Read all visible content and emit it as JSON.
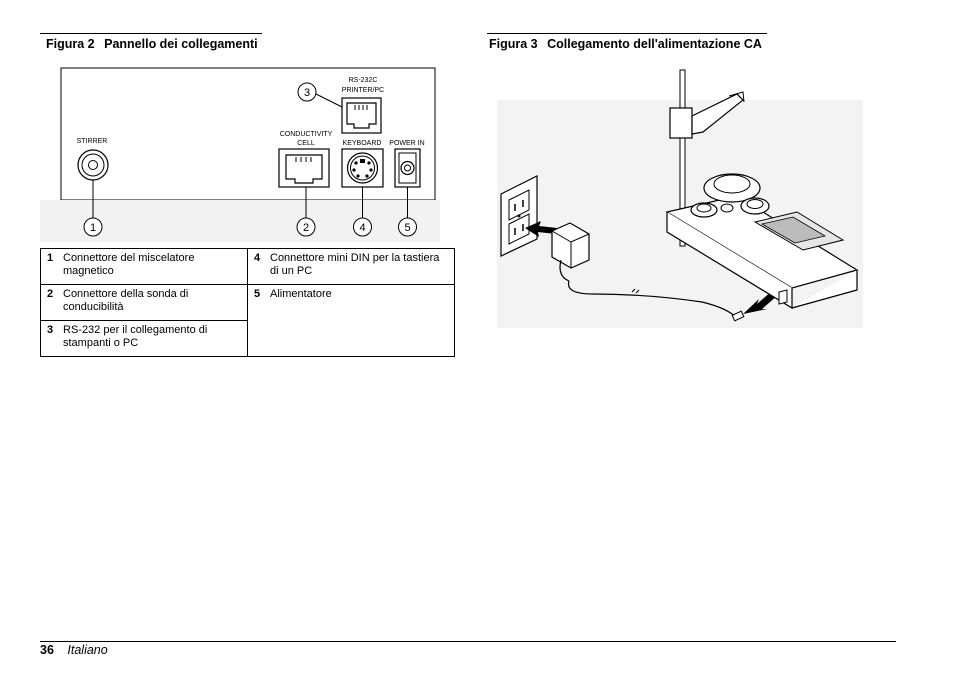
{
  "figure2": {
    "number": "Figura 2",
    "title": "Pannello dei collegamenti",
    "panel_labels": {
      "stirrer": "STIRRER",
      "conductivity_1": "CONDUCTIVITY",
      "conductivity_2": "CELL",
      "rs232_1": "RS-232C",
      "rs232_2": "PRINTER/PC",
      "keyboard": "KEYBOARD",
      "power_in": "POWER IN"
    },
    "callouts": [
      "1",
      "2",
      "3",
      "4",
      "5"
    ],
    "legend": [
      [
        {
          "num": "1",
          "text": "Connettore del miscelatore magnetico"
        },
        {
          "num": "4",
          "text": "Connettore mini DIN per la tastiera di un PC"
        }
      ],
      [
        {
          "num": "2",
          "text": "Connettore della sonda di conducibilità"
        },
        {
          "num": "5",
          "text": "Alimentatore"
        }
      ],
      [
        {
          "num": "3",
          "text": "RS-232 per il collegamento di stampanti o PC"
        }
      ]
    ]
  },
  "figure3": {
    "number": "Figura 3",
    "title": "Collegamento dell'alimentazione CA"
  },
  "footer": {
    "page": "36",
    "language": "Italiano"
  }
}
